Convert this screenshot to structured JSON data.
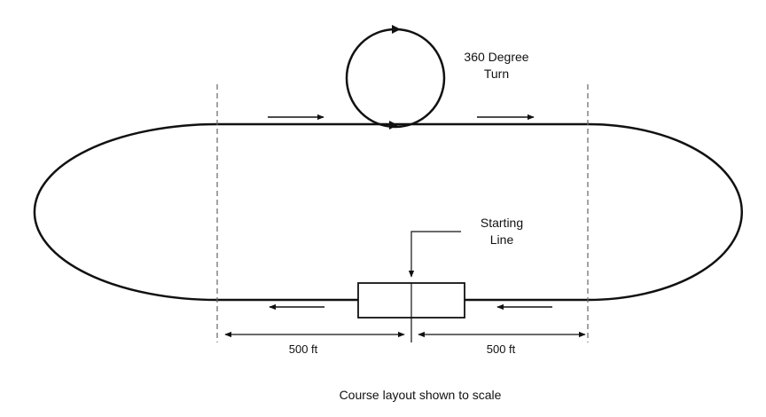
{
  "diagram": {
    "loop_label_line1": "360 Degree",
    "loop_label_line2": "Turn",
    "start_label_line1": "Starting",
    "start_label_line2": "Line",
    "left_dimension": "500 ft",
    "right_dimension": "500 ft",
    "caption": "Course layout shown to scale"
  }
}
